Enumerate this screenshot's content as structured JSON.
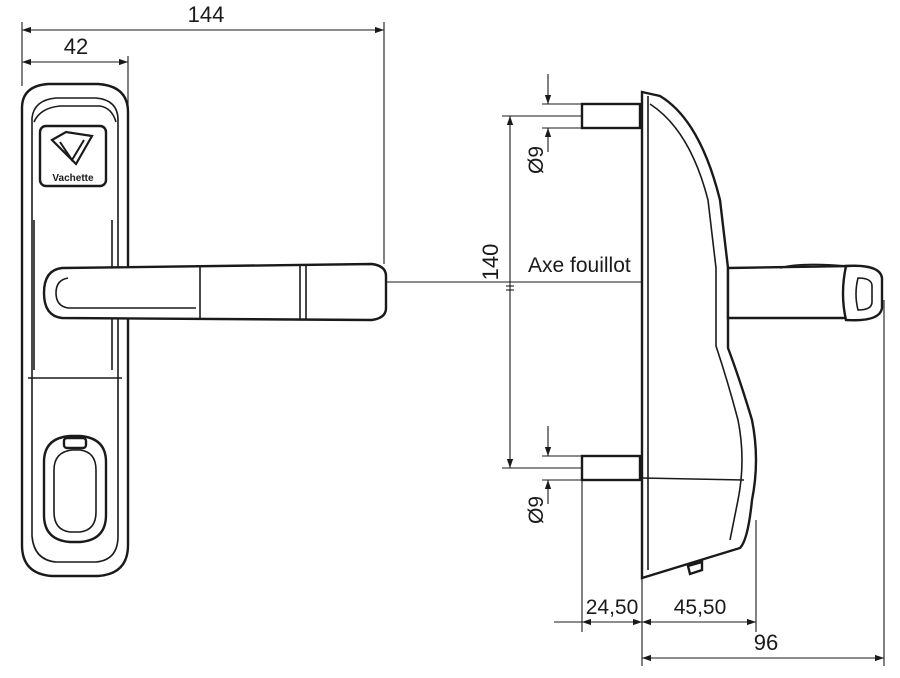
{
  "brand": {
    "name": "Vachette"
  },
  "dimensions": {
    "total_width": "144",
    "plate_width": "42",
    "hole_spacing": "140",
    "top_screw_diameter": "Ø9",
    "bottom_screw_diameter": "Ø9",
    "thickness_plate": "24,50",
    "thickness_handle": "45,50",
    "total_depth": "96"
  },
  "annotations": {
    "spindle_axis": "Axe fouillot"
  }
}
